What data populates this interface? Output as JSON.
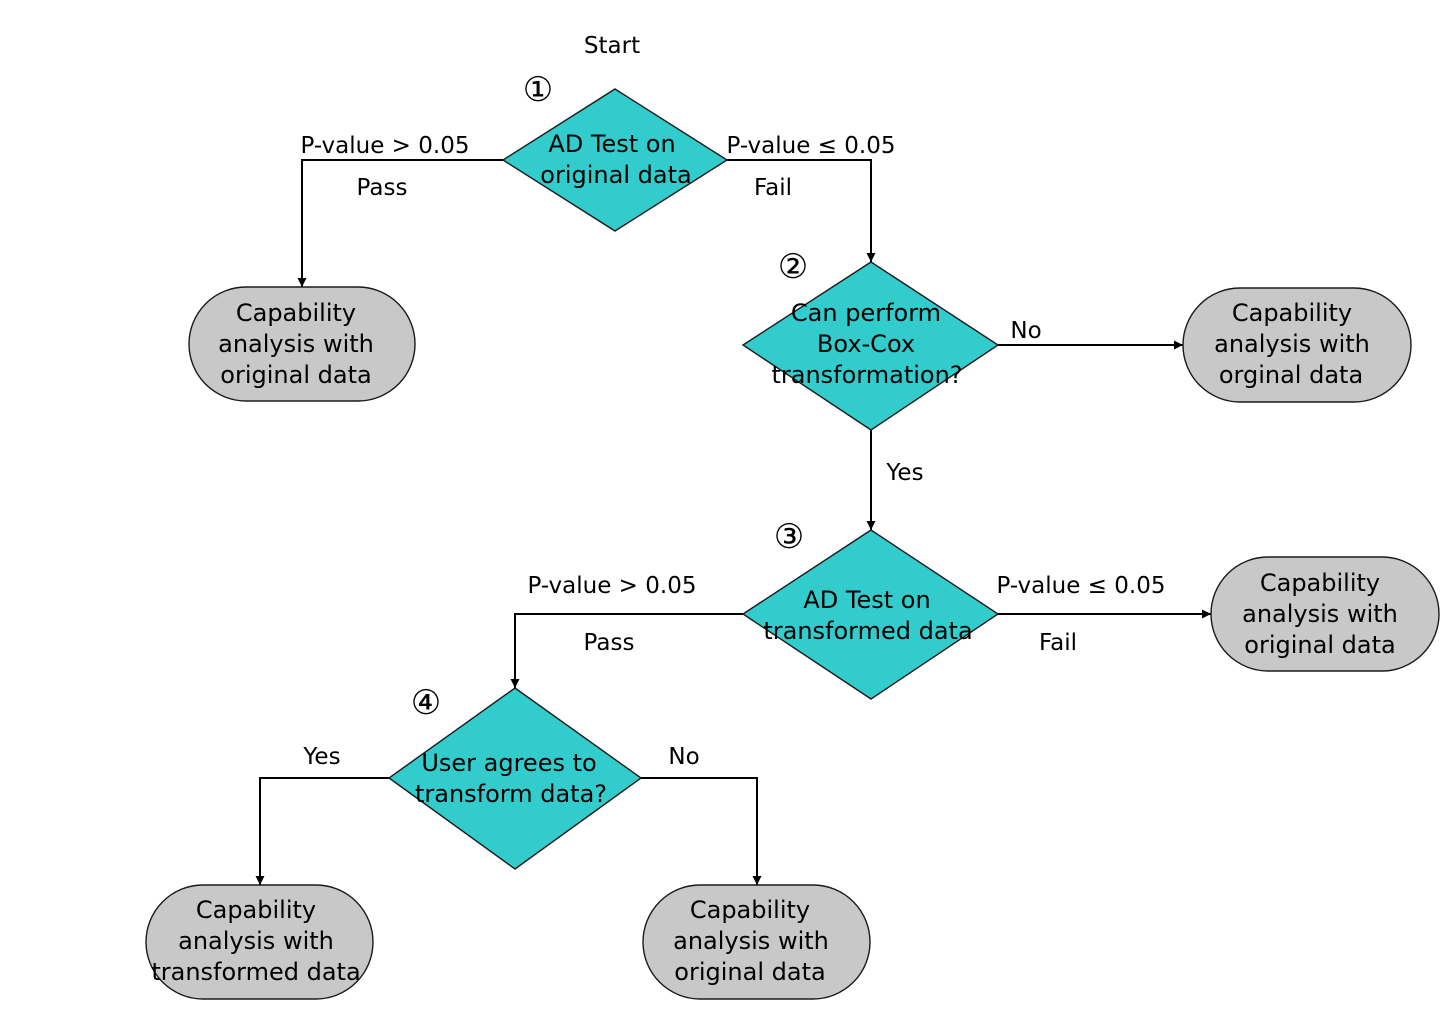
{
  "colors": {
    "decision_fill": "#33CCCC",
    "terminal_fill": "#C8C8C8",
    "line": "#000000"
  },
  "start_label": "Start",
  "steps": [
    "①",
    "②",
    "③",
    "④"
  ],
  "decisions": {
    "d1": {
      "lines": [
        "AD Test on",
        "original data"
      ]
    },
    "d2": {
      "lines": [
        "Can perform",
        "Box-Cox",
        "transformation?"
      ]
    },
    "d3": {
      "lines": [
        "AD Test on",
        "transformed data"
      ]
    },
    "d4": {
      "lines": [
        "User agrees to",
        "transform data?"
      ]
    }
  },
  "terminals": {
    "t1": {
      "lines": [
        "Capability",
        "analysis with",
        "original data"
      ]
    },
    "t2": {
      "lines": [
        "Capability",
        "analysis with",
        "orginal data"
      ]
    },
    "t3": {
      "lines": [
        "Capability",
        "analysis with",
        "original data"
      ]
    },
    "t4": {
      "lines": [
        "Capability",
        "analysis with",
        "transformed data"
      ]
    },
    "t5": {
      "lines": [
        "Capability",
        "analysis with",
        "original data"
      ]
    }
  },
  "edge_labels": {
    "e1_condition": "P-value > 0.05",
    "e1_result": "Pass",
    "e2_condition": "P-value ≤ 0.05",
    "e2_result": "Fail",
    "e3_answer": "No",
    "e4_answer": "Yes",
    "e5_condition": "P-value > 0.05",
    "e5_result": "Pass",
    "e6_condition": "P-value ≤ 0.05",
    "e6_result": "Fail",
    "e7_answer": "Yes",
    "e8_answer": "No"
  }
}
